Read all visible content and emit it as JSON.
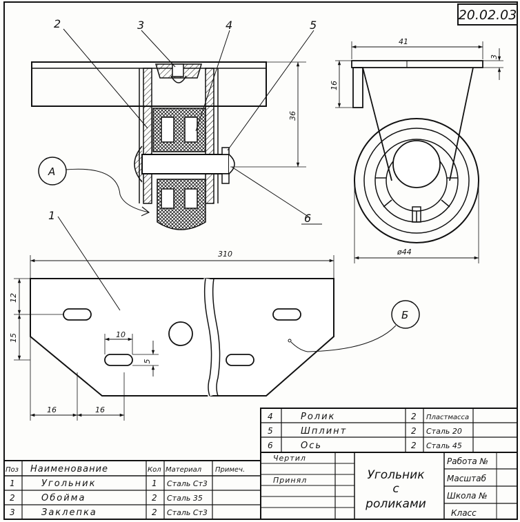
{
  "drawing": {
    "number": "20.02.03",
    "callouts": {
      "c1": "1",
      "c2": "2",
      "c3": "3",
      "c4": "4",
      "c5": "5",
      "c6": "6"
    },
    "detail_marks": {
      "a": "A",
      "b": "Б"
    },
    "dimensions": {
      "d41": "41",
      "d3": "3",
      "d16": "16",
      "d36": "36",
      "d44": "ø44",
      "d310": "310",
      "d12": "12",
      "d15": "15",
      "d10": "10",
      "d5": "5",
      "d16a": "16",
      "d16b": "16"
    }
  },
  "parts_table": {
    "header": {
      "pos": "Поз",
      "name": "Наименование",
      "qty": "Кол",
      "material": "Материал",
      "note": "Примеч."
    },
    "rows": [
      {
        "pos": "1",
        "name": "Угольник",
        "qty": "1",
        "material": "Сталь Ст3"
      },
      {
        "pos": "2",
        "name": "Обойма",
        "qty": "2",
        "material": "Сталь 35"
      },
      {
        "pos": "3",
        "name": "Заклепка",
        "qty": "2",
        "material": "Сталь Ст3"
      },
      {
        "pos": "4",
        "name": "Ролик",
        "qty": "2",
        "material": "Пластмасса"
      },
      {
        "pos": "5",
        "name": "Шплинт",
        "qty": "2",
        "material": "Сталь 20"
      },
      {
        "pos": "6",
        "name": "Ось",
        "qty": "2",
        "material": "Сталь 45"
      }
    ]
  },
  "title_block": {
    "drew": "Чертил",
    "accepted": "Принял",
    "title_l1": "Угольник",
    "title_l2": "с",
    "title_l3": "роликами",
    "work_no": "Работа №",
    "scale": "Масштаб",
    "school_no": "Школа №",
    "class": "Класс"
  }
}
